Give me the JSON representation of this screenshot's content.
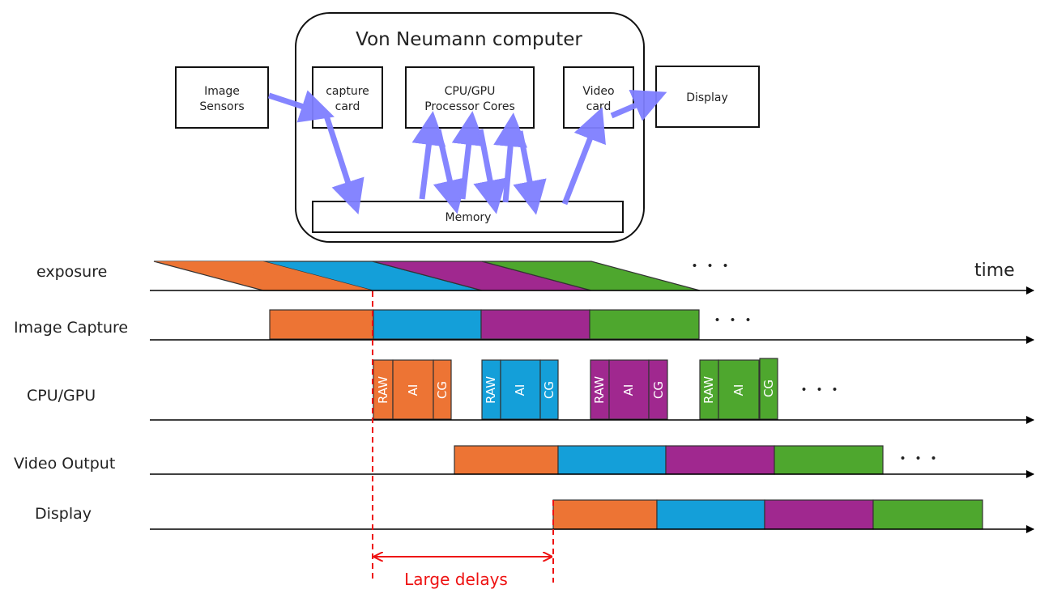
{
  "diagram": {
    "computer_title": "Von Neumann computer",
    "blocks": {
      "image_sensors": [
        "Image",
        "Sensors"
      ],
      "capture_card": [
        "capture",
        "card"
      ],
      "cpu_gpu": [
        "CPU/GPU",
        "Processor Cores"
      ],
      "video_card": [
        "Video",
        "card"
      ],
      "display": "Display",
      "memory": "Memory"
    },
    "lanes": {
      "exposure": "exposure",
      "image_capture": "Image Capture",
      "cpu_gpu": "CPU/GPU",
      "video_output": "Video Output",
      "display": "Display"
    },
    "time_label": "time",
    "ellipsis": "・・・",
    "stages": [
      "RAW",
      "AI",
      "CG"
    ],
    "delay_label": "Large delays",
    "colors": {
      "orange": "#ED7434",
      "blue": "#149FD9",
      "purple": "#A0288F",
      "green": "#4EA72E",
      "arrow": "#7F7FFF",
      "delay": "#EE1111"
    }
  }
}
